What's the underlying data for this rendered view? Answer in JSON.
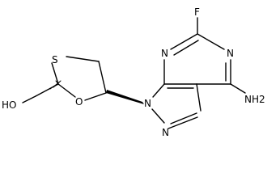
{
  "molecule": {
    "atoms": {
      "hydroxyl": "HO",
      "sulfur": "S",
      "ring_oxygen": "O",
      "n9": "N",
      "n3": "N",
      "n1": "N",
      "n7": "N",
      "fluorine": "F",
      "amine": "NH2"
    }
  }
}
